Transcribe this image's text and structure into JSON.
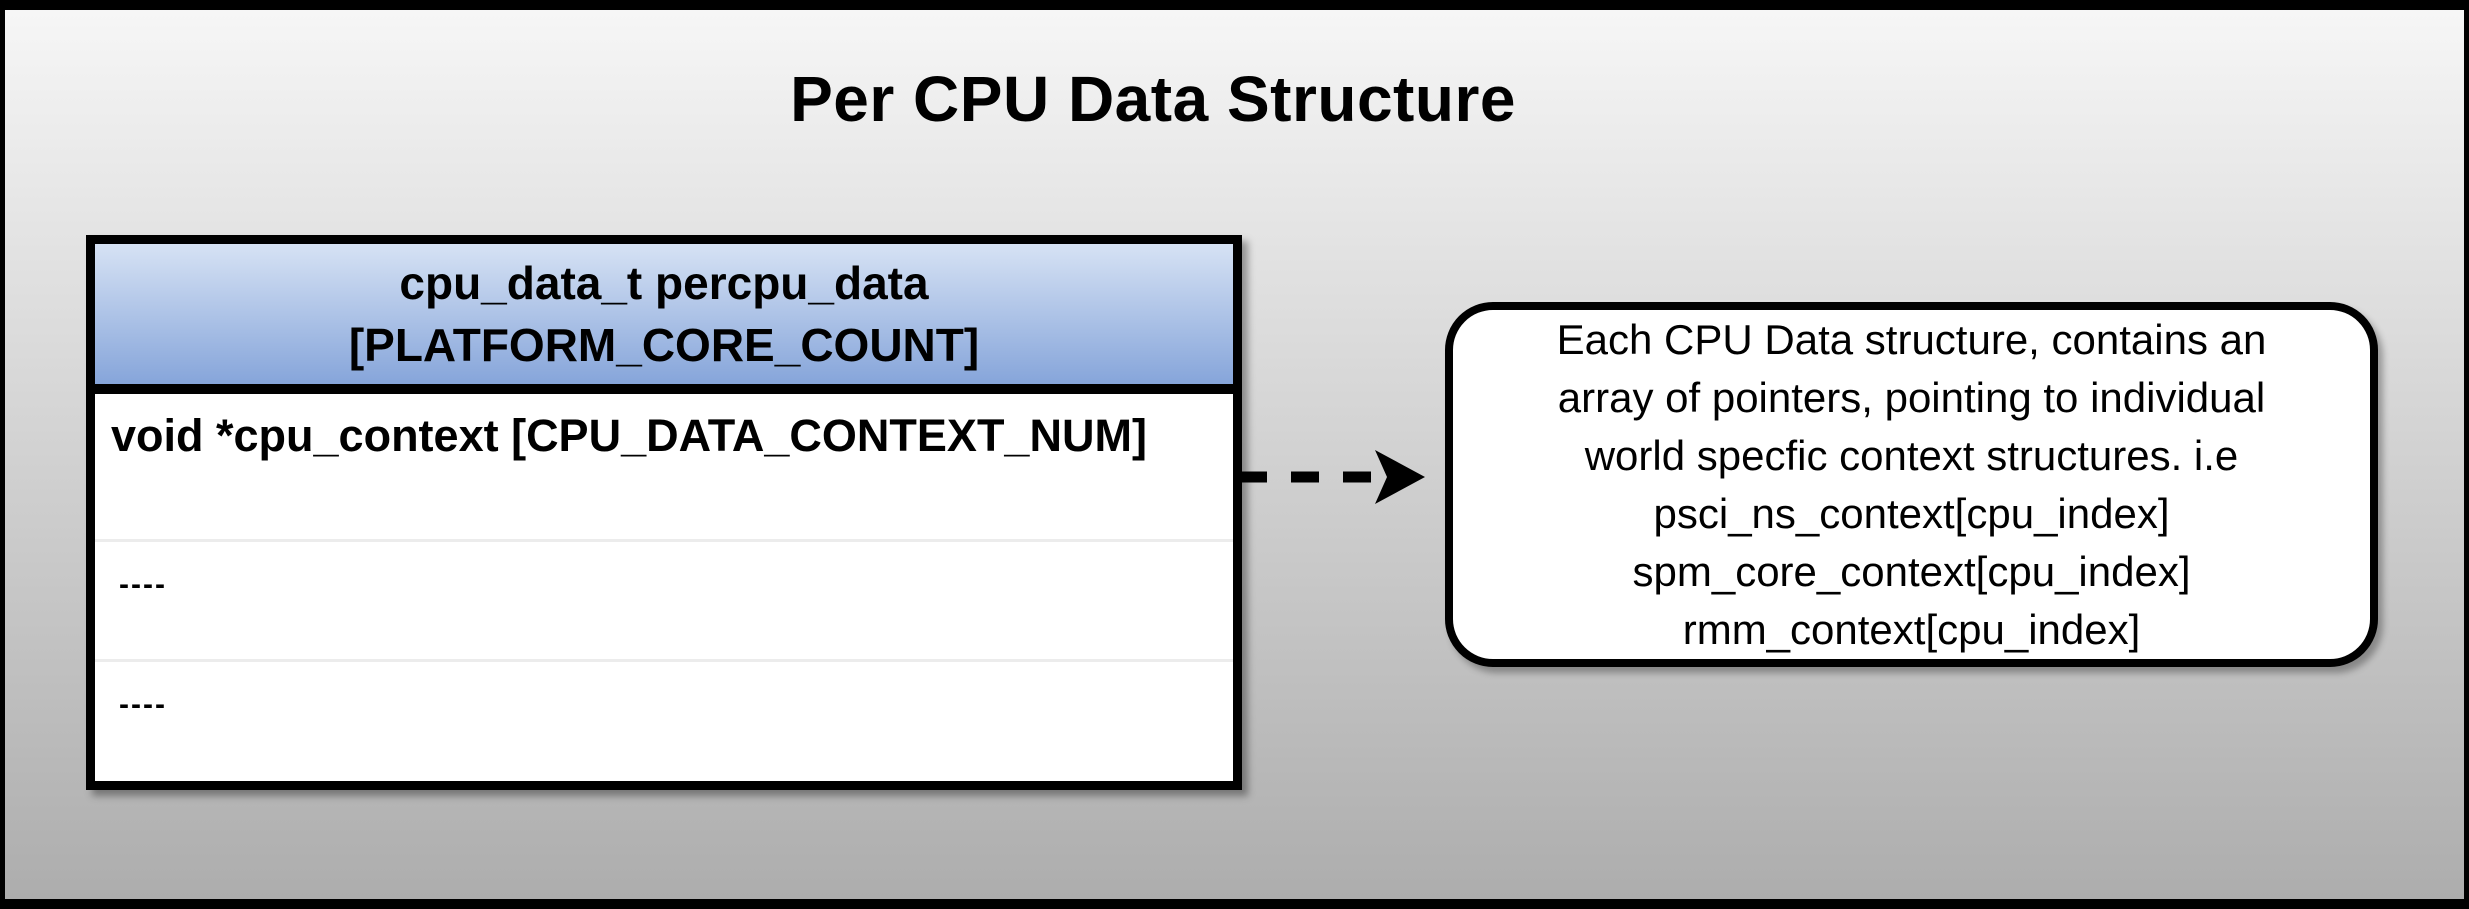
{
  "title": "Per CPU Data Structure",
  "colors": {
    "background_top": "#f6f6f6",
    "background_bottom": "#adadad",
    "border_color": "#000000",
    "header_gradient_top": "#d6e2f4",
    "header_gradient_bottom": "#86a5da",
    "row_separator": "#ececec"
  },
  "struct_table": {
    "header": {
      "lines": [
        "cpu_data_t percpu_data",
        "[PLATFORM_CORE_COUNT]"
      ]
    },
    "rows": [
      {
        "text": "void *cpu_context [CPU_DATA_CONTEXT_NUM]"
      },
      {
        "text": "----"
      },
      {
        "text": "----"
      }
    ]
  },
  "arrow": {
    "direction": "right",
    "style": "dashed"
  },
  "callout": {
    "lines": [
      "Each CPU Data structure, contains an",
      "array of pointers, pointing to individual",
      "world specfic context structures. i.e",
      "psci_ns_context[cpu_index]",
      "spm_core_context[cpu_index]",
      "rmm_context[cpu_index]"
    ]
  }
}
